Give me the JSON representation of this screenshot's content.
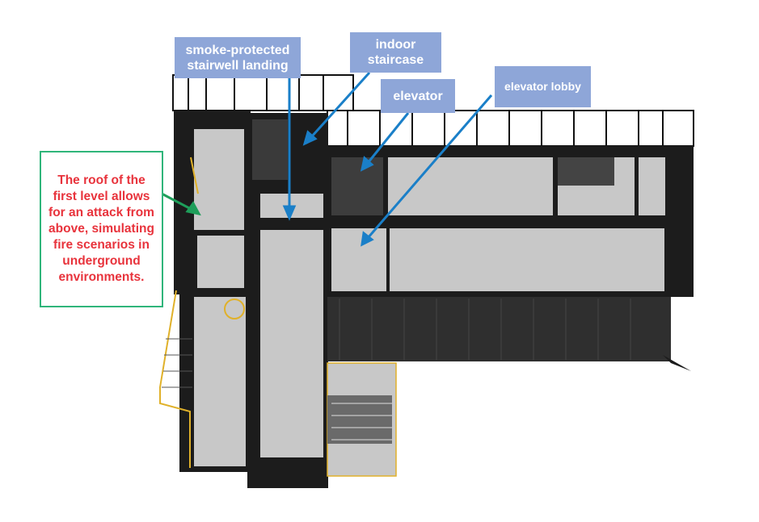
{
  "labels": {
    "smoke_landing": "smoke-protected stairwell landing",
    "indoor_staircase": "indoor staircase",
    "elevator": "elevator",
    "elevator_lobby": "elevator lobby"
  },
  "note": "The roof of the first level allows for an attack from above, simulating fire scenarios in underground environments.",
  "colors": {
    "label_bg": "#8ea6d8",
    "arrow": "#1a7fc8",
    "note_text": "#e8333c",
    "note_border": "#2fb57a",
    "floor": "#c8c8c8",
    "frame": "#1c1c1c",
    "stair_rail": "#e0b12a"
  }
}
